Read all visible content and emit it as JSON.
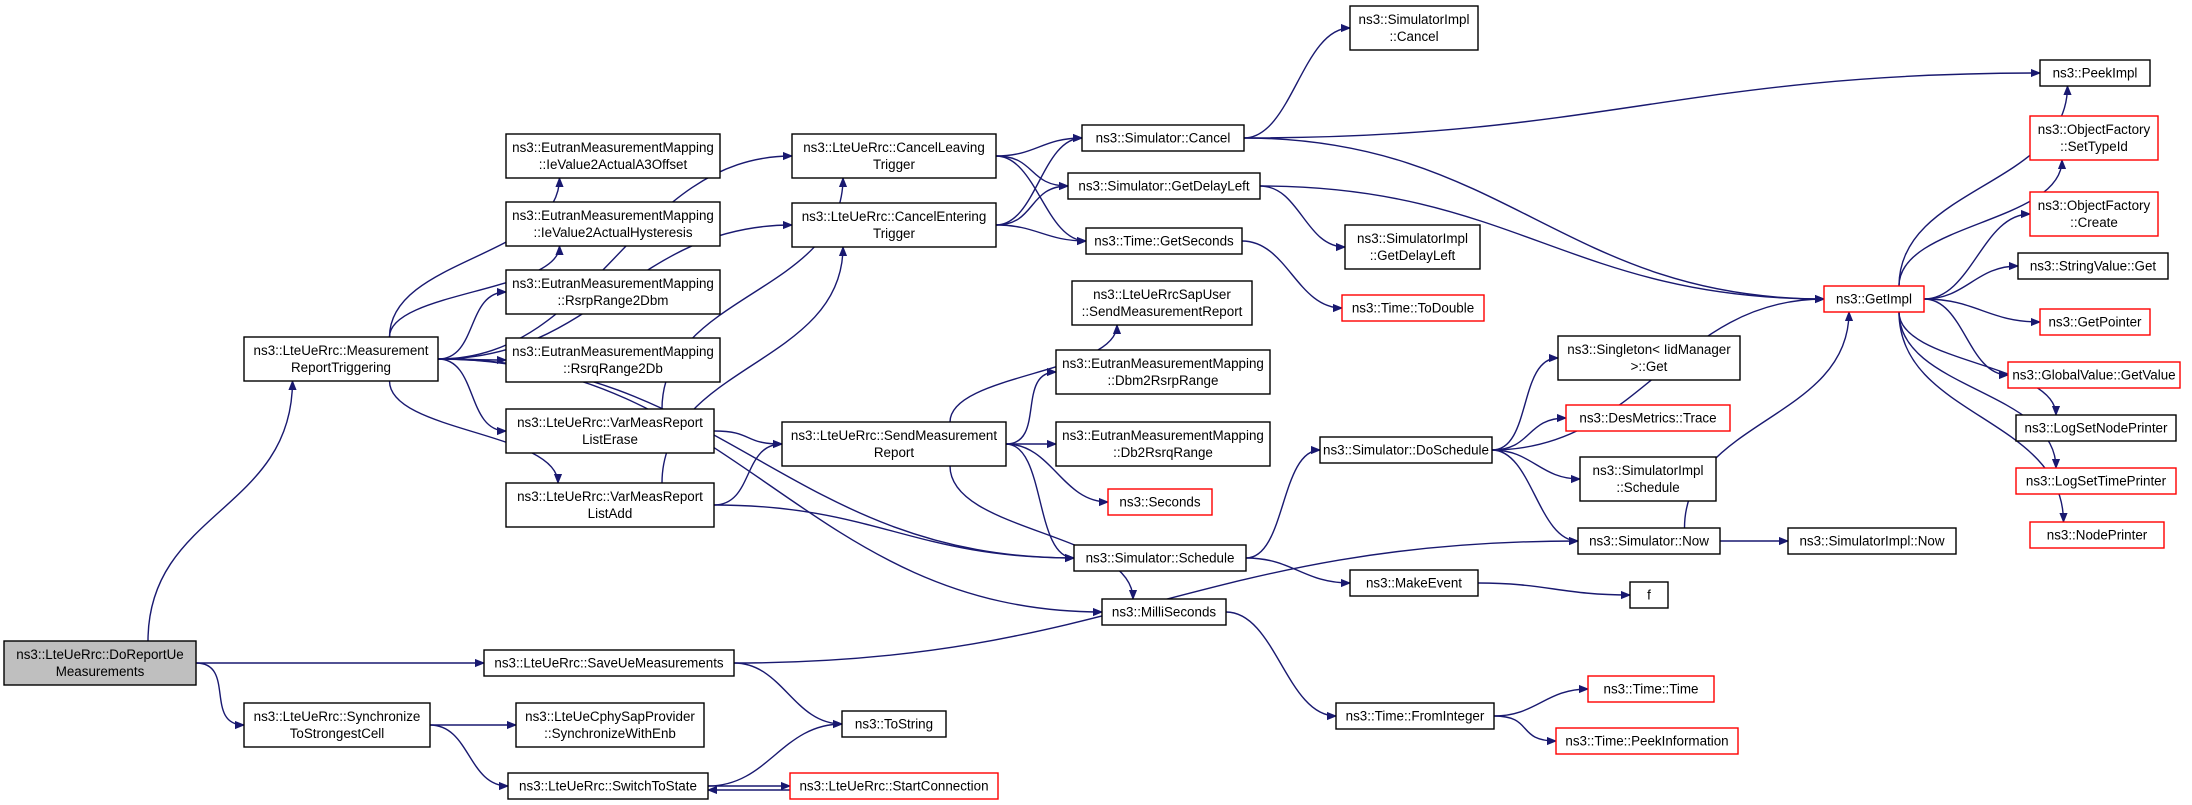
{
  "colors": {
    "edge": "#191970",
    "red_border": "#ff0000",
    "root_fill": "#bfbfbf"
  },
  "nodes": {
    "DoReportUeMeasurements": {
      "lines": [
        "ns3::LteUeRrc::DoReportUe",
        "Measurements"
      ],
      "style": "root"
    },
    "MeasurementReportTriggering": {
      "lines": [
        "ns3::LteUeRrc::Measurement",
        "ReportTriggering"
      ],
      "style": "normal"
    },
    "SaveUeMeasurements": {
      "lines": [
        "ns3::LteUeRrc::SaveUeMeasurements"
      ],
      "style": "normal"
    },
    "SynchronizeToStrongestCell": {
      "lines": [
        "ns3::LteUeRrc::Synchronize",
        "ToStrongestCell"
      ],
      "style": "normal"
    },
    "IeValue2ActualA3Offset": {
      "lines": [
        "ns3::EutranMeasurementMapping",
        "::IeValue2ActualA3Offset"
      ],
      "style": "normal"
    },
    "IeValue2ActualHysteresis": {
      "lines": [
        "ns3::EutranMeasurementMapping",
        "::IeValue2ActualHysteresis"
      ],
      "style": "normal"
    },
    "RsrpRange2Dbm": {
      "lines": [
        "ns3::EutranMeasurementMapping",
        "::RsrpRange2Dbm"
      ],
      "style": "normal"
    },
    "RsrqRange2Db": {
      "lines": [
        "ns3::EutranMeasurementMapping",
        "::RsrqRange2Db"
      ],
      "style": "normal"
    },
    "VarMeasReportListErase": {
      "lines": [
        "ns3::LteUeRrc::VarMeasReport",
        "ListErase"
      ],
      "style": "normal"
    },
    "VarMeasReportListAdd": {
      "lines": [
        "ns3::LteUeRrc::VarMeasReport",
        "ListAdd"
      ],
      "style": "normal"
    },
    "CancelLeavingTrigger": {
      "lines": [
        "ns3::LteUeRrc::CancelLeaving",
        "Trigger"
      ],
      "style": "normal"
    },
    "CancelEnteringTrigger": {
      "lines": [
        "ns3::LteUeRrc::CancelEntering",
        "Trigger"
      ],
      "style": "normal"
    },
    "SendMeasurementReport": {
      "lines": [
        "ns3::LteUeRrc::SendMeasurement",
        "Report"
      ],
      "style": "normal"
    },
    "SynchronizeWithEnb": {
      "lines": [
        "ns3::LteUeCphySapProvider",
        "::SynchronizeWithEnb"
      ],
      "style": "normal"
    },
    "SwitchToState": {
      "lines": [
        "ns3::LteUeRrc::SwitchToState"
      ],
      "style": "normal"
    },
    "StartConnection": {
      "lines": [
        "ns3::LteUeRrc::StartConnection"
      ],
      "style": "red"
    },
    "ToString": {
      "lines": [
        "ns3::ToString"
      ],
      "style": "normal"
    },
    "SimulatorCancel": {
      "lines": [
        "ns3::Simulator::Cancel"
      ],
      "style": "normal"
    },
    "SimulatorGetDelayLeft": {
      "lines": [
        "ns3::Simulator::GetDelayLeft"
      ],
      "style": "normal"
    },
    "TimeGetSeconds": {
      "lines": [
        "ns3::Time::GetSeconds"
      ],
      "style": "normal"
    },
    "SendMeasurementReportUser": {
      "lines": [
        "ns3::LteUeRrcSapUser",
        "::SendMeasurementReport"
      ],
      "style": "normal"
    },
    "Dbm2RsrpRange": {
      "lines": [
        "ns3::EutranMeasurementMapping",
        "::Dbm2RsrpRange"
      ],
      "style": "normal"
    },
    "Db2RsrqRange": {
      "lines": [
        "ns3::EutranMeasurementMapping",
        "::Db2RsrqRange"
      ],
      "style": "normal"
    },
    "Seconds": {
      "lines": [
        "ns3::Seconds"
      ],
      "style": "red"
    },
    "SimulatorSchedule": {
      "lines": [
        "ns3::Simulator::Schedule"
      ],
      "style": "normal"
    },
    "MilliSeconds": {
      "lines": [
        "ns3::MilliSeconds"
      ],
      "style": "normal"
    },
    "SimulatorImplCancel": {
      "lines": [
        "ns3::SimulatorImpl",
        "::Cancel"
      ],
      "style": "normal"
    },
    "SimulatorImplGetDelayLeft": {
      "lines": [
        "ns3::SimulatorImpl",
        "::GetDelayLeft"
      ],
      "style": "normal"
    },
    "TimeToDouble": {
      "lines": [
        "ns3::Time::ToDouble"
      ],
      "style": "red"
    },
    "SimulatorDoSchedule": {
      "lines": [
        "ns3::Simulator::DoSchedule"
      ],
      "style": "normal"
    },
    "MakeEvent": {
      "lines": [
        "ns3::MakeEvent"
      ],
      "style": "normal"
    },
    "TimeFromInteger": {
      "lines": [
        "ns3::Time::FromInteger"
      ],
      "style": "normal"
    },
    "SingletonGet": {
      "lines": [
        "ns3::Singleton< IidManager",
        ">::Get"
      ],
      "style": "normal"
    },
    "DesMetricsTrace": {
      "lines": [
        "ns3::DesMetrics::Trace"
      ],
      "style": "red"
    },
    "SimulatorImplSchedule": {
      "lines": [
        "ns3::SimulatorImpl",
        "::Schedule"
      ],
      "style": "normal"
    },
    "SimulatorNow": {
      "lines": [
        "ns3::Simulator::Now"
      ],
      "style": "normal"
    },
    "f": {
      "lines": [
        "f"
      ],
      "style": "normal"
    },
    "TimeTime": {
      "lines": [
        "ns3::Time::Time"
      ],
      "style": "red"
    },
    "TimePeekInformation": {
      "lines": [
        "ns3::Time::PeekInformation"
      ],
      "style": "red"
    },
    "GetImpl": {
      "lines": [
        "ns3::GetImpl"
      ],
      "style": "red"
    },
    "SimulatorImplNow": {
      "lines": [
        "ns3::SimulatorImpl::Now"
      ],
      "style": "normal"
    },
    "PeekImpl": {
      "lines": [
        "ns3::PeekImpl"
      ],
      "style": "normal"
    },
    "ObjectFactorySetTypeId": {
      "lines": [
        "ns3::ObjectFactory",
        "::SetTypeId"
      ],
      "style": "red"
    },
    "ObjectFactoryCreate": {
      "lines": [
        "ns3::ObjectFactory",
        "::Create"
      ],
      "style": "red"
    },
    "StringValueGet": {
      "lines": [
        "ns3::StringValue::Get"
      ],
      "style": "normal"
    },
    "GetPointer": {
      "lines": [
        "ns3::GetPointer"
      ],
      "style": "red"
    },
    "GlobalValueGetValue": {
      "lines": [
        "ns3::GlobalValue::GetValue"
      ],
      "style": "red"
    },
    "LogSetNodePrinter": {
      "lines": [
        "ns3::LogSetNodePrinter"
      ],
      "style": "normal"
    },
    "LogSetTimePrinter": {
      "lines": [
        "ns3::LogSetTimePrinter"
      ],
      "style": "red"
    },
    "NodePrinter": {
      "lines": [
        "ns3::NodePrinter"
      ],
      "style": "red"
    }
  },
  "edges": [
    [
      "DoReportUeMeasurements",
      "MeasurementReportTriggering"
    ],
    [
      "DoReportUeMeasurements",
      "SaveUeMeasurements"
    ],
    [
      "DoReportUeMeasurements",
      "SynchronizeToStrongestCell"
    ],
    [
      "MeasurementReportTriggering",
      "CancelLeavingTrigger"
    ],
    [
      "MeasurementReportTriggering",
      "CancelEnteringTrigger"
    ],
    [
      "MeasurementReportTriggering",
      "IeValue2ActualA3Offset"
    ],
    [
      "MeasurementReportTriggering",
      "IeValue2ActualHysteresis"
    ],
    [
      "MeasurementReportTriggering",
      "RsrpRange2Dbm"
    ],
    [
      "MeasurementReportTriggering",
      "RsrqRange2Db"
    ],
    [
      "MeasurementReportTriggering",
      "VarMeasReportListErase"
    ],
    [
      "MeasurementReportTriggering",
      "VarMeasReportListAdd"
    ],
    [
      "MeasurementReportTriggering",
      "SimulatorSchedule"
    ],
    [
      "MeasurementReportTriggering",
      "MilliSeconds"
    ],
    [
      "VarMeasReportListErase",
      "CancelLeavingTrigger"
    ],
    [
      "VarMeasReportListErase",
      "SendMeasurementReport"
    ],
    [
      "VarMeasReportListAdd",
      "CancelEnteringTrigger"
    ],
    [
      "VarMeasReportListAdd",
      "SendMeasurementReport"
    ],
    [
      "VarMeasReportListAdd",
      "SimulatorSchedule"
    ],
    [
      "CancelLeavingTrigger",
      "SimulatorCancel"
    ],
    [
      "CancelLeavingTrigger",
      "SimulatorGetDelayLeft"
    ],
    [
      "CancelLeavingTrigger",
      "TimeGetSeconds"
    ],
    [
      "CancelEnteringTrigger",
      "SimulatorCancel"
    ],
    [
      "CancelEnteringTrigger",
      "SimulatorGetDelayLeft"
    ],
    [
      "CancelEnteringTrigger",
      "TimeGetSeconds"
    ],
    [
      "SendMeasurementReport",
      "SendMeasurementReportUser"
    ],
    [
      "SendMeasurementReport",
      "Dbm2RsrpRange"
    ],
    [
      "SendMeasurementReport",
      "Db2RsrqRange"
    ],
    [
      "SendMeasurementReport",
      "Seconds"
    ],
    [
      "SendMeasurementReport",
      "SimulatorSchedule"
    ],
    [
      "SendMeasurementReport",
      "MilliSeconds"
    ],
    [
      "SaveUeMeasurements",
      "SimulatorNow"
    ],
    [
      "SaveUeMeasurements",
      "ToString"
    ],
    [
      "SynchronizeToStrongestCell",
      "SynchronizeWithEnb"
    ],
    [
      "SynchronizeToStrongestCell",
      "SwitchToState"
    ],
    [
      "SwitchToState",
      "ToString"
    ],
    [
      "SwitchToState",
      "StartConnection"
    ],
    [
      "StartConnection",
      "SwitchToState"
    ],
    [
      "SimulatorCancel",
      "SimulatorImplCancel"
    ],
    [
      "SimulatorCancel",
      "GetImpl"
    ],
    [
      "SimulatorCancel",
      "PeekImpl"
    ],
    [
      "SimulatorGetDelayLeft",
      "SimulatorImplGetDelayLeft"
    ],
    [
      "SimulatorGetDelayLeft",
      "GetImpl"
    ],
    [
      "TimeGetSeconds",
      "TimeToDouble"
    ],
    [
      "SimulatorSchedule",
      "SimulatorDoSchedule"
    ],
    [
      "SimulatorSchedule",
      "MakeEvent"
    ],
    [
      "MilliSeconds",
      "TimeFromInteger"
    ],
    [
      "SimulatorDoSchedule",
      "GetImpl"
    ],
    [
      "SimulatorDoSchedule",
      "SingletonGet"
    ],
    [
      "SimulatorDoSchedule",
      "DesMetricsTrace"
    ],
    [
      "SimulatorDoSchedule",
      "SimulatorImplSchedule"
    ],
    [
      "SimulatorDoSchedule",
      "SimulatorNow"
    ],
    [
      "MakeEvent",
      "f"
    ],
    [
      "TimeFromInteger",
      "TimeTime"
    ],
    [
      "TimeFromInteger",
      "TimePeekInformation"
    ],
    [
      "SimulatorNow",
      "GetImpl"
    ],
    [
      "SimulatorNow",
      "SimulatorImplNow"
    ],
    [
      "GetImpl",
      "PeekImpl"
    ],
    [
      "GetImpl",
      "ObjectFactorySetTypeId"
    ],
    [
      "GetImpl",
      "ObjectFactoryCreate"
    ],
    [
      "GetImpl",
      "StringValueGet"
    ],
    [
      "GetImpl",
      "GetPointer"
    ],
    [
      "GetImpl",
      "GlobalValueGetValue"
    ],
    [
      "GetImpl",
      "LogSetNodePrinter"
    ],
    [
      "GetImpl",
      "LogSetTimePrinter"
    ],
    [
      "GetImpl",
      "NodePrinter"
    ]
  ]
}
